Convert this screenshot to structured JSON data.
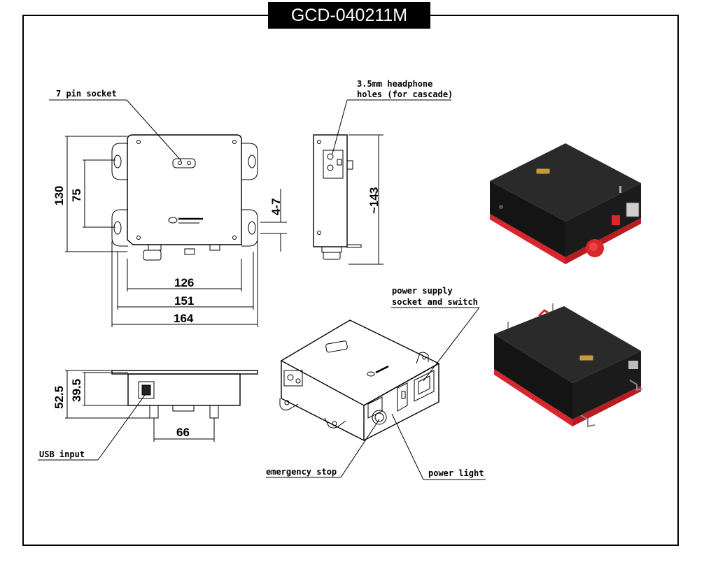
{
  "title": "GCD-040211M",
  "callouts": {
    "seven_pin": "7 pin socket",
    "headphone_line1": "3.5mm headphone",
    "headphone_line2": "holes (for cascade)",
    "power_supply_line1": "power supply",
    "power_supply_line2": "socket and switch",
    "usb": "USB input",
    "emergency": "emergency stop",
    "power_light": "power light"
  },
  "dimensions": {
    "d130": "130",
    "d75": "75",
    "d4_7": "4-7",
    "d143": "~143",
    "d126": "126",
    "d151": "151",
    "d164": "164",
    "d52_5": "52.5",
    "d39_5": "39.5",
    "d66": "66"
  },
  "colors": {
    "frame": "#000000",
    "accent_red": "#d8262c",
    "body_black": "#1e1e1e"
  }
}
